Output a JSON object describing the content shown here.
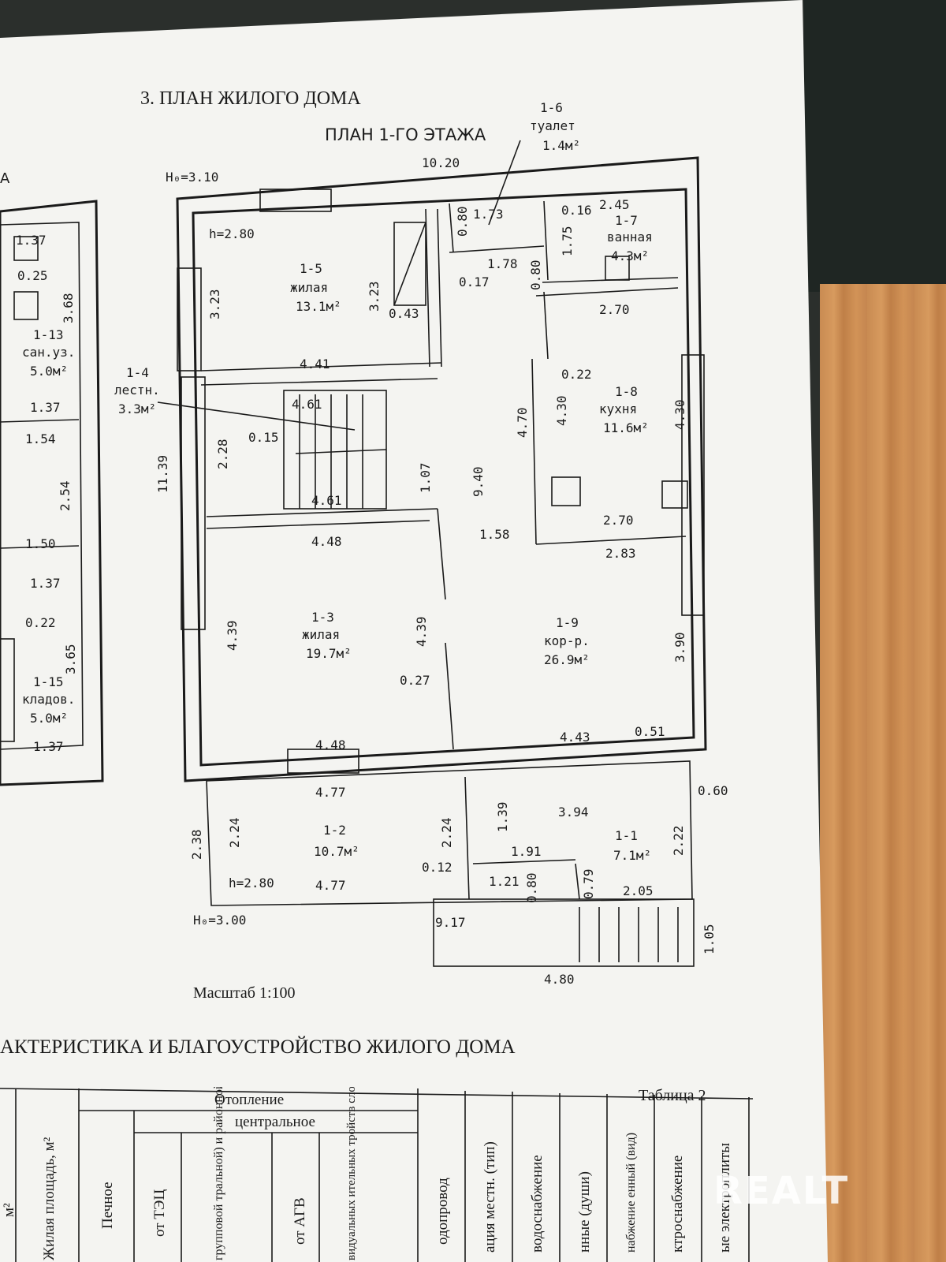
{
  "doc": {
    "section_title": "3. ПЛАН ЖИЛОГО ДОМА",
    "floor_title": "ПЛАН 1-ГО ЭТАЖА",
    "scale": "Масштаб 1:100",
    "section4_title": "АКТЕРИСТИКА И БЛАГОУСТРОЙСТВО ЖИЛОГО ДОМА",
    "table_label": "Таблица 2",
    "left_fragment": "А",
    "watermark": "REALT"
  },
  "rooms": [
    {
      "id": "1-5",
      "name": "жилая",
      "area": "13.1м²"
    },
    {
      "id": "1-6",
      "name": "туалет",
      "area": "1.4м²"
    },
    {
      "id": "1-7",
      "name": "ванная",
      "area": "4.3м²"
    },
    {
      "id": "1-4",
      "name": "лестн.",
      "area": "3.3м²"
    },
    {
      "id": "1-8",
      "name": "кухня",
      "area": "11.6м²"
    },
    {
      "id": "1-3",
      "name": "жилая",
      "area": "19.7м²"
    },
    {
      "id": "1-9",
      "name": "кор-р.",
      "area": "26.9м²"
    },
    {
      "id": "1-2",
      "name": "",
      "area": "10.7м²"
    },
    {
      "id": "1-1",
      "name": "",
      "area": "7.1м²"
    },
    {
      "id": "1-13",
      "name": "сан.уз.",
      "area": "5.0м²"
    },
    {
      "id": "1-15",
      "name": "кладов.",
      "area": "5.0м²"
    }
  ],
  "heights": {
    "top": "H₀=3.10",
    "bottom": "H₀=3.00",
    "h1": "h=2.80",
    "h2": "h=2.80"
  },
  "dims": {
    "d10_20": "10.20",
    "d11_39": "11.39",
    "d9_17": "9.17",
    "d4_80": "4.80",
    "d3_23a": "3.23",
    "d3_23b": "3.23",
    "d4_41": "4.41",
    "d0_43": "0.43",
    "d0_80a": "0.80",
    "d1_73": "1.73",
    "d0_17": "0.17",
    "d1_78": "1.78",
    "d0_16": "0.16",
    "d2_45": "2.45",
    "d1_75": "1.75",
    "d0_80b": "0.80",
    "d2_70a": "2.70",
    "d0_22a": "0.22",
    "d4_30a": "4.30",
    "d4_30b": "4.30",
    "d4_70": "4.70",
    "d2_70b": "2.70",
    "d2_83": "2.83",
    "d4_61a": "4.61",
    "d4_61b": "4.61",
    "d2_28": "2.28",
    "d0_15": "0.15",
    "d1_07": "1.07",
    "d9_40": "9.40",
    "d1_58": "1.58",
    "d4_48a": "4.48",
    "d4_48b": "4.48",
    "d4_39a": "4.39",
    "d4_39b": "4.39",
    "d0_27": "0.27",
    "d3_90": "3.90",
    "d4_43": "4.43",
    "d0_51": "0.51",
    "d4_77a": "4.77",
    "d4_77b": "4.77",
    "d0_60": "0.60",
    "d3_94": "3.94",
    "d2_38": "2.38",
    "d2_24a": "2.24",
    "d2_24b": "2.24",
    "d1_39": "1.39",
    "d1_91": "1.91",
    "d0_12": "0.12",
    "d1_21": "1.21",
    "d0_80c": "0.80",
    "d0_79": "0.79",
    "d2_05": "2.05",
    "d2_22": "2.22",
    "d1_05": "1.05",
    "l1_37a": "1.37",
    "l0_25": "0.25",
    "l3_68": "3.68",
    "l1_37b": "1.37",
    "l1_54": "1.54",
    "l2_54": "2.54",
    "l1_50": "1.50",
    "l1_37c": "1.37",
    "l0_22": "0.22",
    "l3_65": "3.65",
    "l1_37d": "1.37"
  },
  "table": {
    "heating": "Отопление",
    "central": "центральное",
    "cols": [
      "м²",
      "Жилая площадь, м²",
      "Печное",
      "от ТЭЦ",
      "групповой тральной) и районной тельной",
      "от АГВ",
      "видуальных ительных тройств слов) на м топливе",
      "одопровод",
      "ация местн. (тип)",
      "водоснабжение",
      "нные (души)",
      "набжение енный (вид)",
      "ктроснабжение",
      "ые электроплиты"
    ]
  }
}
